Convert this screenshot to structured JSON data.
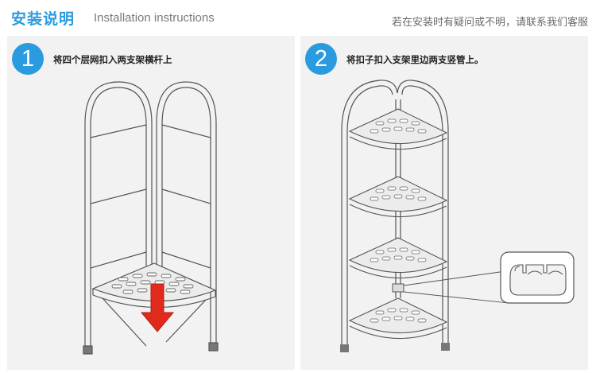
{
  "header": {
    "title_cn": "安装说明",
    "title_en": "Installation instructions",
    "note": "若在安装时有疑问或不明，请联系我们客服"
  },
  "steps": [
    {
      "number": "1",
      "text": "将四个层网扣入两支架横杆上"
    },
    {
      "number": "2",
      "text": "将扣子扣入支架里边两支竖管上。"
    }
  ],
  "colors": {
    "accent": "#2b9be0",
    "arrow": "#e02a1c",
    "panel": "#f2f2f2",
    "line": "#555555"
  },
  "icons": [
    "down-arrow-icon",
    "clip-detail-icon"
  ]
}
